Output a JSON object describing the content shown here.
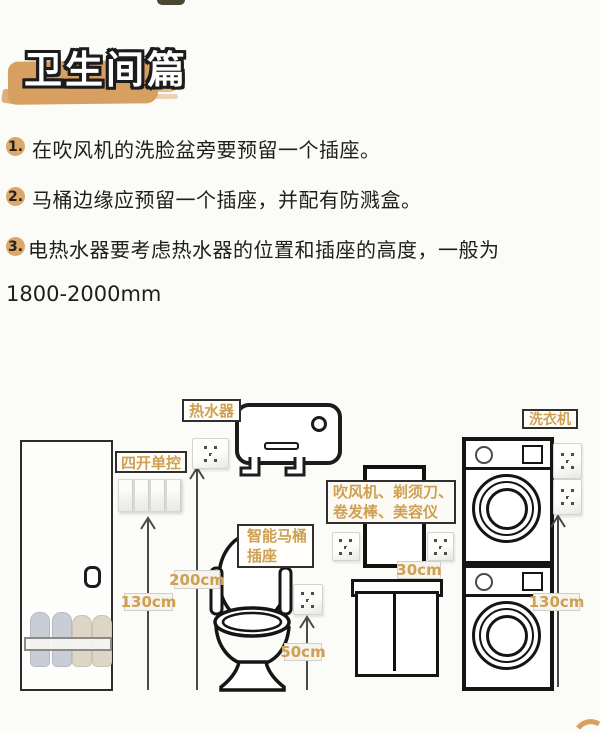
{
  "header": {
    "title": "卫生间篇"
  },
  "tips": [
    {
      "num": "1.",
      "text": "在吹风机的洗脸盆旁要预留一个插座。"
    },
    {
      "num": "2.",
      "text": "马桶边缘应预留一个插座，并配有防溅盒。"
    },
    {
      "num": "3.",
      "text": "电热水器要考虑热水器的位置和插座的高度，一般为",
      "text_cont": "1800-2000mm"
    }
  ],
  "diagram": {
    "water_heater_label": "热水器",
    "switch_label": "四开单控",
    "smart_toilet_label_line1": "智能马桶",
    "smart_toilet_label_line2": "插座",
    "vanity_label_line1": "吹风机、剃须刀、",
    "vanity_label_line2": "卷发棒、美容仪",
    "washer_label": "洗衣机",
    "measurements": {
      "switch_height": "130cm",
      "heater_outlet_height": "200cm",
      "toilet_outlet_height": "50cm",
      "vanity_outlet_gap": "30cm",
      "washer_outlet_height": "130cm"
    },
    "colors": {
      "accent_text": "#cfa052",
      "brush": "#d7a061",
      "line": "#1c1c1c"
    }
  }
}
